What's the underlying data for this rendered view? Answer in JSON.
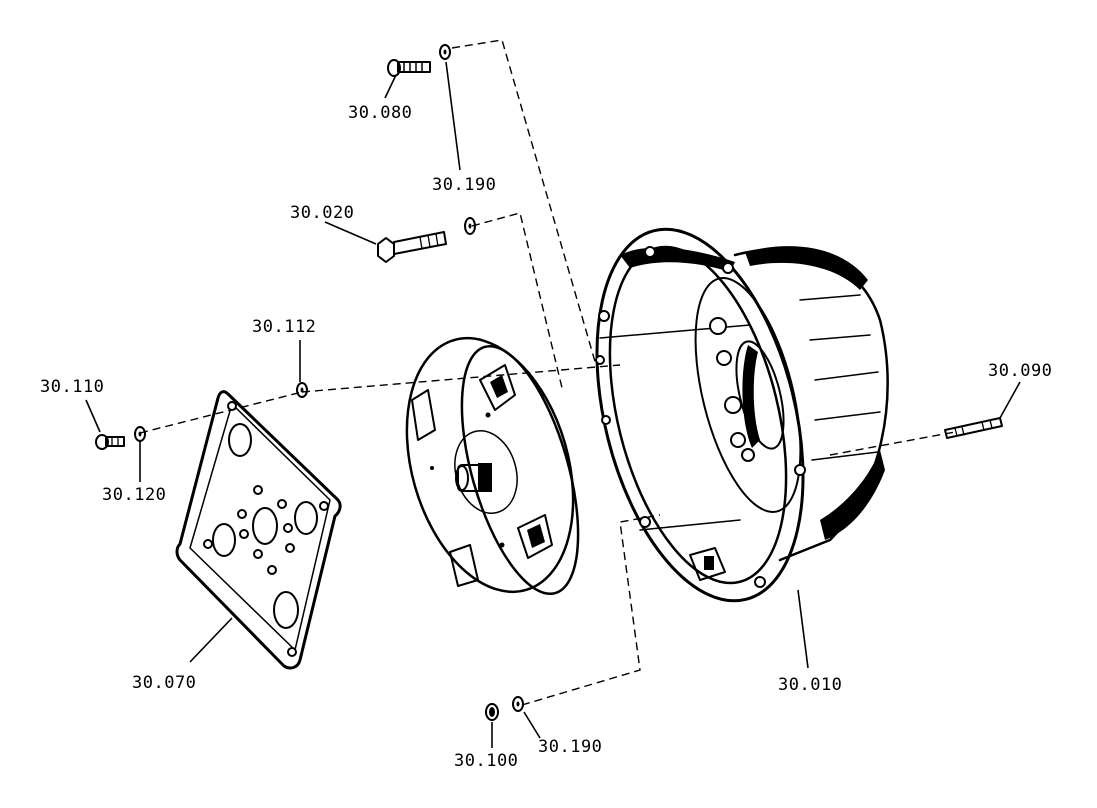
{
  "labels": {
    "bolt_top": "30.080",
    "washer_top": "30.190",
    "bolt_mid": "30.020",
    "washer_plate": "30.112",
    "screw_left": "30.110",
    "washer_left": "30.120",
    "plate": "30.070",
    "housing": "30.010",
    "stud": "30.090",
    "nut_bottom": "30.100",
    "washer_bottom": "30.190"
  }
}
